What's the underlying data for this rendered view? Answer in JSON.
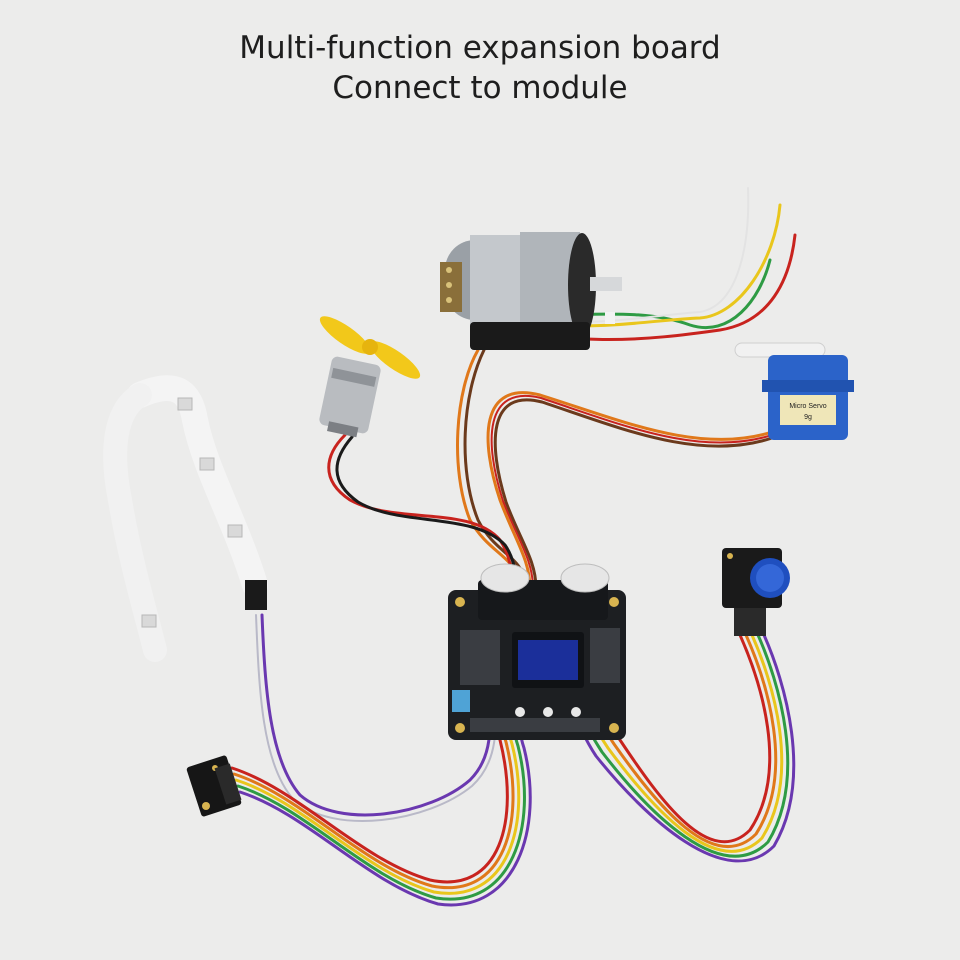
{
  "header": {
    "title_line1": "Multi-function expansion board",
    "title_line2": "Connect to module"
  },
  "colors": {
    "background": "#ececeb",
    "board": "#1d1f22",
    "oled": "#1b2f9a",
    "wire_red": "#c8231e",
    "wire_orange": "#e0781a",
    "wire_brown": "#6b3a1c",
    "wire_yellow": "#e9c61c",
    "wire_green": "#2e9b44",
    "wire_purple": "#6a38b0",
    "servo_blue": "#2b63c9",
    "fan_yellow": "#f2c81a"
  },
  "components": {
    "servo_label_line1": "Micro Servo",
    "servo_label_line2": "9g"
  }
}
